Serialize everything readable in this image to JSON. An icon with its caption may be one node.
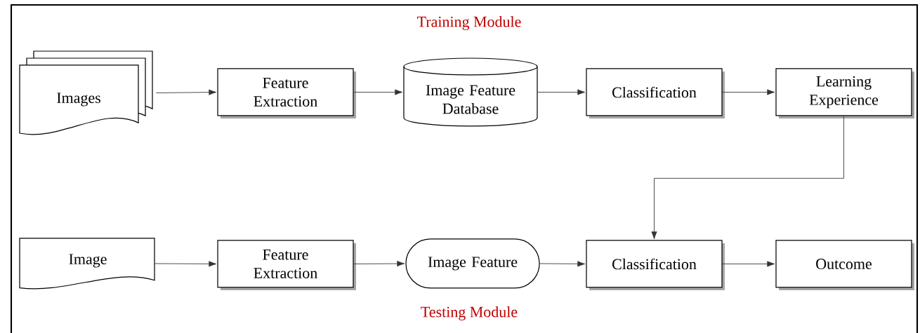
{
  "diagram": {
    "nodes": [
      {
        "text": [
          "Images"
        ]
      },
      {
        "text": [
          "Feature Extraction"
        ]
      },
      {
        "text": [
          "Image Feature Database"
        ]
      },
      {
        "text": [
          "Classification"
        ]
      },
      {
        "text": [
          "Learning Experience"
        ]
      },
      {
        "text": [
          "Image"
        ]
      },
      {
        "text": [
          "Feature Extraction"
        ]
      },
      {
        "text": [
          "Image Feature"
        ]
      },
      {
        "text": [
          "Classification"
        ]
      },
      {
        "text": [
          "Outcome"
        ]
      }
    ],
    "edges": [
      {
        "from": 0,
        "to": 1,
        "arrow": "to"
      },
      {
        "from": 1,
        "to": 2,
        "arrow": "to"
      },
      {
        "from": 2,
        "to": 3,
        "arrow": "to"
      },
      {
        "from": 3,
        "to": 4,
        "arrow": "to"
      },
      {
        "from": 4,
        "to": 8,
        "arrow": "to"
      },
      {
        "from": 5,
        "to": 6,
        "arrow": "to"
      },
      {
        "from": 6,
        "to": 7,
        "arrow": "to"
      },
      {
        "from": 7,
        "to": 8,
        "arrow": "to"
      },
      {
        "from": 8,
        "to": 9,
        "arrow": "to"
      }
    ],
    "labels": [
      "Training Module",
      "Testing Module"
    ]
  }
}
